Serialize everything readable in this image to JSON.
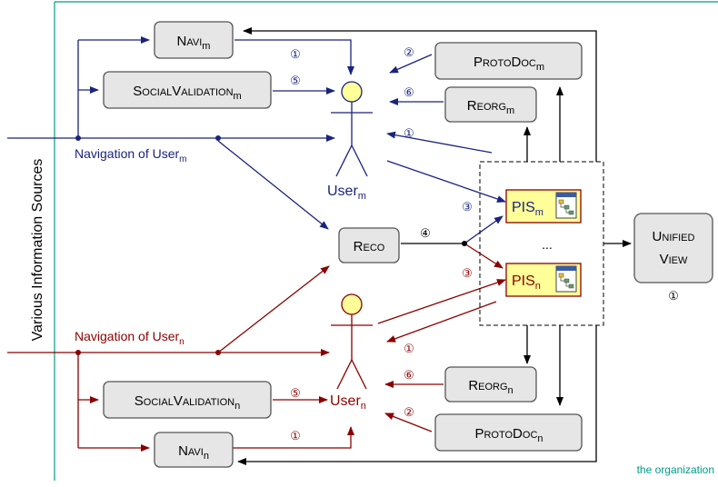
{
  "side_label": "Various Information Sources",
  "org_label": "the organization",
  "nav_label_m": "Navigation of User",
  "nav_label_n": "Navigation of User",
  "boxes": {
    "navi_m": {
      "text": "Navi",
      "sub": "m"
    },
    "social_m": {
      "text": "SocialValidation",
      "sub": "m"
    },
    "protodoc_m": {
      "text": "ProtoDoc",
      "sub": "m"
    },
    "reorg_m": {
      "text": "Reorg",
      "sub": "m"
    },
    "reco": {
      "text": "Reco"
    },
    "reorg_n": {
      "text": "Reorg",
      "sub": "n"
    },
    "protodoc_n": {
      "text": "ProtoDoc",
      "sub": "n"
    },
    "social_n": {
      "text": "SocialValidation",
      "sub": "n"
    },
    "navi_n": {
      "text": "Navi",
      "sub": "n"
    },
    "unified_line1": "Unified",
    "unified_line2": "View"
  },
  "pis_m": {
    "text": "PIS",
    "sub": "m"
  },
  "pis_n": {
    "text": "PIS",
    "sub": "n"
  },
  "pis_ellipsis": "...",
  "user_m": {
    "text": "User",
    "sub": "m"
  },
  "user_n": {
    "text": "User",
    "sub": "n"
  },
  "nav_sub_m": "m",
  "nav_sub_n": "n",
  "step_labels": {
    "navi_m": "①",
    "social_m": "⑤",
    "protodoc_m": "②",
    "reorg_m": "⑥",
    "pis_m_to_user": "①",
    "to_pis_m": "③",
    "reco_out": "④",
    "to_pis_n": "③",
    "pis_n_to_user": "①",
    "reorg_n": "⑥",
    "social_n": "⑤",
    "protodoc_n": "②",
    "navi_n": "①",
    "unified": "①"
  },
  "colors": {
    "blue": "#1a237e",
    "red": "#8b0000",
    "frame": "#009b8a",
    "box_fill": "#e6e6e6",
    "pis_fill": "#ffff99",
    "head_fill": "#ffff99"
  }
}
